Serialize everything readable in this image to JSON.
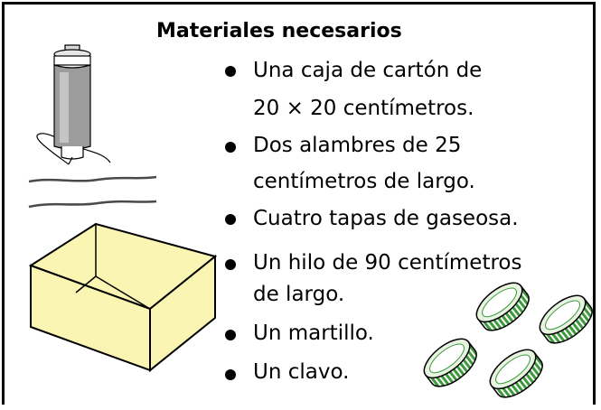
{
  "heading": "Materiales necesarios",
  "materials": [
    {
      "line1": "Una caja de cartón de",
      "line2": "20 × 20 centímetros."
    },
    {
      "line1": "Dos alambres de 25",
      "line2": "centímetros de largo."
    },
    {
      "line1": "Cuatro tapas de gaseosa.",
      "line2": ""
    },
    {
      "line1": "Un hilo de 90 centímetros",
      "line2": "de largo."
    },
    {
      "line1": "Un martillo.",
      "line2": ""
    },
    {
      "line1": "Un clavo.",
      "line2": ""
    }
  ],
  "illustrations": {
    "thread_spool": "thread-spool-icon",
    "wires": "wires-icon",
    "box": "cardboard-box-icon",
    "bottle_caps": "bottle-caps-icon"
  },
  "colors": {
    "box_fill": "#FBF5B3",
    "cap_fill": "#3C9A3C",
    "spool_fill": "#9C9C9C"
  }
}
